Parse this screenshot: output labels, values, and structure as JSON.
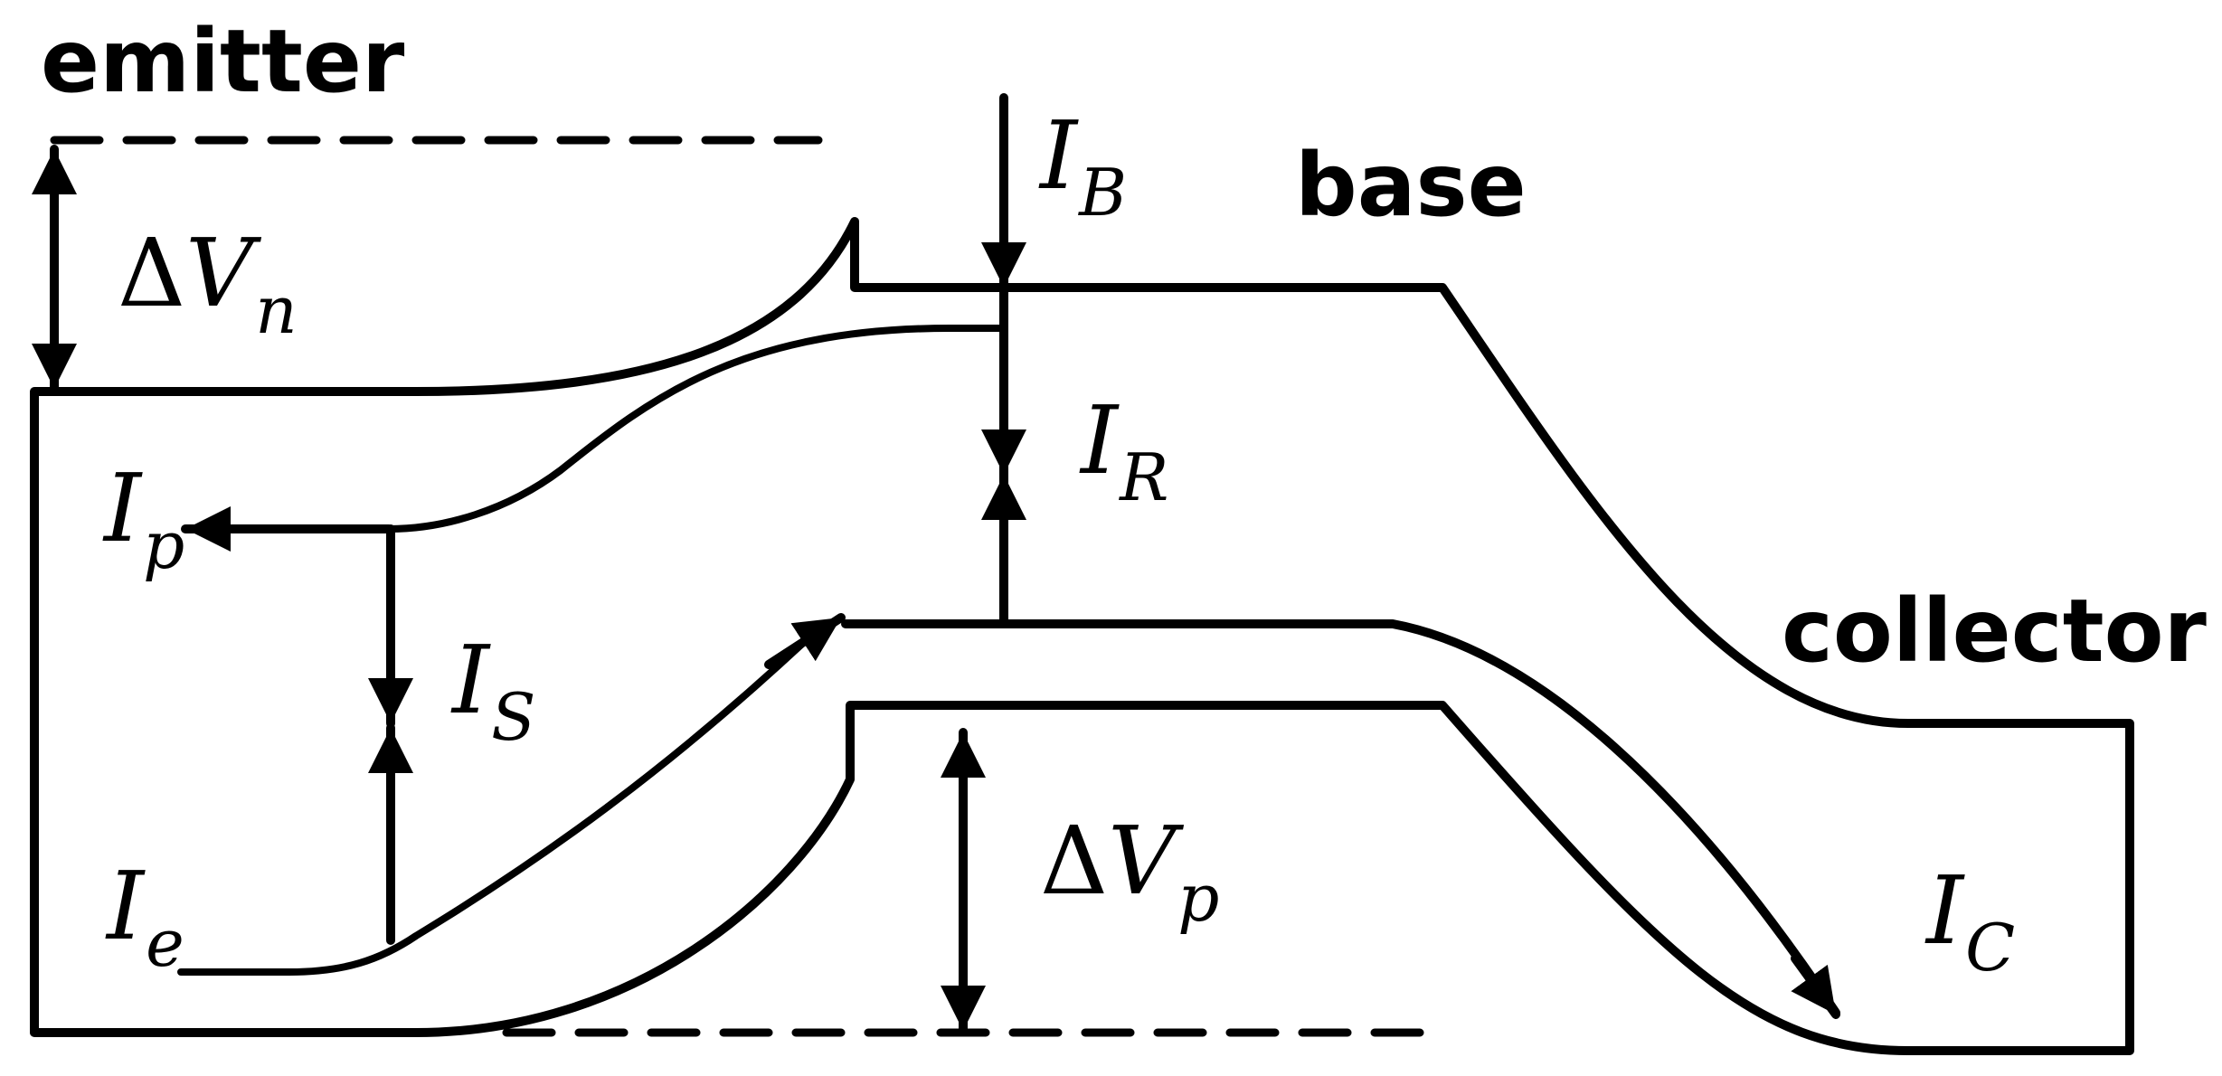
{
  "regions": {
    "emitter": "emitter",
    "base": "base",
    "collector": "collector"
  },
  "currents": {
    "ib": {
      "main": "I",
      "sub": "B"
    },
    "ir": {
      "main": "I",
      "sub": "R"
    },
    "ip": {
      "main": "I",
      "sub": "p"
    },
    "is": {
      "main": "I",
      "sub": "S"
    },
    "ie": {
      "main": "I",
      "sub": "e"
    },
    "ic": {
      "main": "I",
      "sub": "C"
    }
  },
  "offsets": {
    "dvn": {
      "delta": "Δ",
      "main": "V",
      "sub": "n"
    },
    "dvp": {
      "delta": "Δ",
      "main": "V",
      "sub": "p"
    }
  }
}
